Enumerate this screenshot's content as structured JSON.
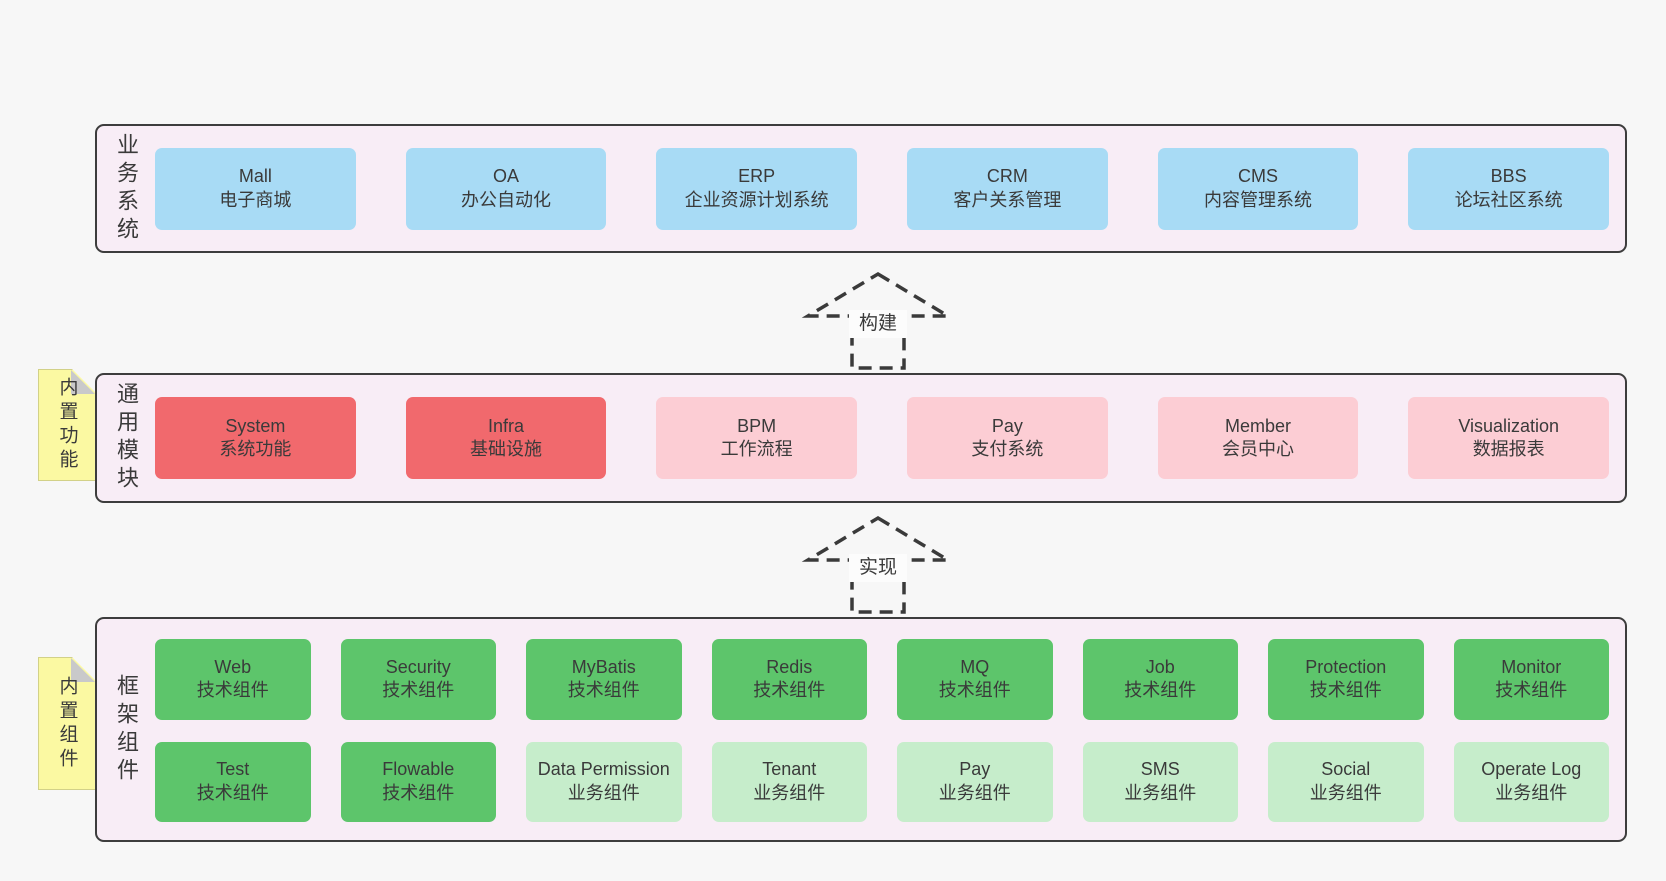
{
  "page": {
    "background": "#f7f7f7"
  },
  "colors": {
    "container_fill": "#f8edf6",
    "container_border": "#3d3d3d",
    "blue": "#a8dbf5",
    "red": "#f1696d",
    "pink": "#fccdd4",
    "green": "#5dc56b",
    "lightgreen": "#c6edcb",
    "sticky_yellow": "#fbf9a2",
    "sticky_fold_gray": "#c9c9ca",
    "text": "#3a3a3a"
  },
  "sections": {
    "business": {
      "label": "业务系统",
      "items": [
        {
          "name": "Mall",
          "desc": "电子商城",
          "variant": "blue"
        },
        {
          "name": "OA",
          "desc": "办公自动化",
          "variant": "blue"
        },
        {
          "name": "ERP",
          "desc": "企业资源计划系统",
          "variant": "blue"
        },
        {
          "name": "CRM",
          "desc": "客户关系管理",
          "variant": "blue"
        },
        {
          "name": "CMS",
          "desc": "内容管理系统",
          "variant": "blue"
        },
        {
          "name": "BBS",
          "desc": "论坛社区系统",
          "variant": "blue"
        }
      ]
    },
    "modules": {
      "label": "通用模块",
      "sticky": "内置功能",
      "items": [
        {
          "name": "System",
          "desc": "系统功能",
          "variant": "red"
        },
        {
          "name": "Infra",
          "desc": "基础设施",
          "variant": "red"
        },
        {
          "name": "BPM",
          "desc": "工作流程",
          "variant": "pink"
        },
        {
          "name": "Pay",
          "desc": "支付系统",
          "variant": "pink"
        },
        {
          "name": "Member",
          "desc": "会员中心",
          "variant": "pink"
        },
        {
          "name": "Visualization",
          "desc": "数据报表",
          "variant": "pink"
        }
      ]
    },
    "framework": {
      "label": "框架组件",
      "sticky": "内置组件",
      "rows": [
        [
          {
            "name": "Web",
            "desc": "技术组件",
            "variant": "green"
          },
          {
            "name": "Security",
            "desc": "技术组件",
            "variant": "green"
          },
          {
            "name": "MyBatis",
            "desc": "技术组件",
            "variant": "green"
          },
          {
            "name": "Redis",
            "desc": "技术组件",
            "variant": "green"
          },
          {
            "name": "MQ",
            "desc": "技术组件",
            "variant": "green"
          },
          {
            "name": "Job",
            "desc": "技术组件",
            "variant": "green"
          },
          {
            "name": "Protection",
            "desc": "技术组件",
            "variant": "green"
          },
          {
            "name": "Monitor",
            "desc": "技术组件",
            "variant": "green"
          }
        ],
        [
          {
            "name": "Test",
            "desc": "技术组件",
            "variant": "green"
          },
          {
            "name": "Flowable",
            "desc": "技术组件",
            "variant": "green"
          },
          {
            "name": "Data Permission",
            "desc": "业务组件",
            "variant": "lightgreen"
          },
          {
            "name": "Tenant",
            "desc": "业务组件",
            "variant": "lightgreen"
          },
          {
            "name": "Pay",
            "desc": "业务组件",
            "variant": "lightgreen"
          },
          {
            "name": "SMS",
            "desc": "业务组件",
            "variant": "lightgreen"
          },
          {
            "name": "Social",
            "desc": "业务组件",
            "variant": "lightgreen"
          },
          {
            "name": "Operate Log",
            "desc": "业务组件",
            "variant": "lightgreen"
          }
        ]
      ]
    }
  },
  "arrows": {
    "build": {
      "label": "构建"
    },
    "implement": {
      "label": "实现"
    }
  }
}
